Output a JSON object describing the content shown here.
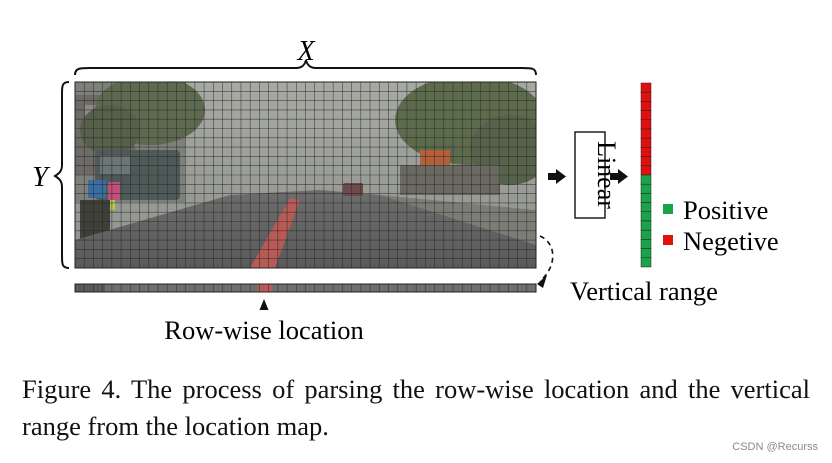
{
  "figure": {
    "x_label": "X",
    "y_label": "Y",
    "linear_label": "Linear",
    "row_wise_label": "Row-wise location",
    "vertical_range_label": "Vertical range",
    "legend": [
      {
        "label": "Positive",
        "color": "#1aa34a"
      },
      {
        "label": "Negetive",
        "color": "#e01010"
      }
    ],
    "vector": {
      "negative_cells": 10,
      "positive_cells": 10
    },
    "grid": {
      "columns": 50,
      "rows": 20
    },
    "row_marker_fraction": 0.41
  },
  "caption": "Figure 4. The process of parsing the row-wise location and the vertical range from the location map.",
  "watermark": "CSDN @Recurss",
  "colors": {
    "negative": "#e01010",
    "positive": "#1aa34a"
  }
}
